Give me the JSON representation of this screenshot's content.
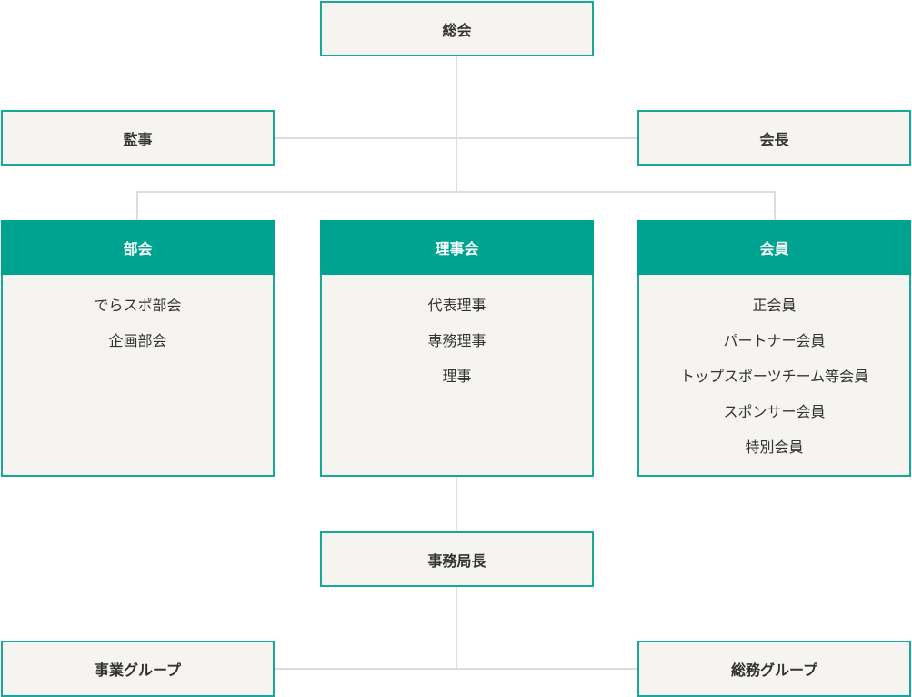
{
  "chart": {
    "top": {
      "label": "総会"
    },
    "auditor": {
      "label": "監事"
    },
    "chairman": {
      "label": "会長"
    },
    "committees": {
      "title": "部会",
      "items": [
        "でらスポ部会",
        "企画部会"
      ]
    },
    "board": {
      "title": "理事会",
      "items": [
        "代表理事",
        "専務理事",
        "理事"
      ]
    },
    "members": {
      "title": "会員",
      "items": [
        "正会員",
        "パートナー会員",
        "トップスポーツチーム等会員",
        "スポンサー会員",
        "特別会員"
      ]
    },
    "secretary_general": {
      "label": "事務局長"
    },
    "business_group": {
      "label": "事業グループ"
    },
    "general_affairs_group": {
      "label": "総務グループ"
    }
  },
  "colors": {
    "accent": "#00a390",
    "border": "#1aa896",
    "box_bg": "#f5f4f0",
    "connector": "#dddddd",
    "text": "#333333"
  }
}
